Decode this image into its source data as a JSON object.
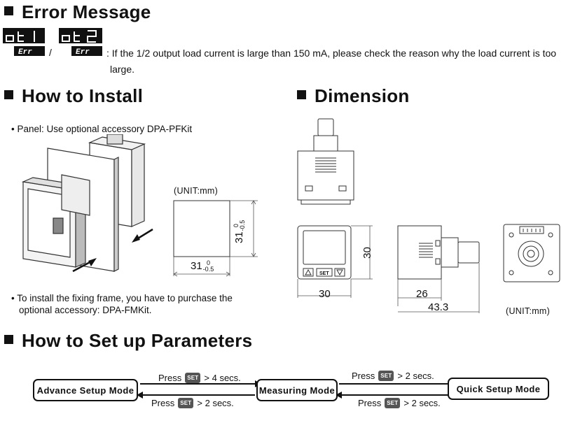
{
  "error_section": {
    "heading": "Error Message",
    "display1_top": "ot1",
    "display2_top": "ot2",
    "display_bottom": "Err",
    "separator": "/",
    "message_line1": ": If the 1/2 output load current is large than 150 mA, please check the reason why the load current is too",
    "message_line2": "large."
  },
  "install_section": {
    "heading": "How to Install",
    "panel_note": "Panel: Use optional accessory DPA-PFKit",
    "unit_label": "(UNIT:mm)",
    "cutout_width": "31",
    "cutout_height": "31",
    "tol_upper": "0",
    "tol_lower": "-0.5",
    "fixing_note_line1": "To install the fixing frame, you have to purchase the",
    "fixing_note_line2": "optional accessory: DPA-FMKit."
  },
  "dimension_section": {
    "heading": "Dimension",
    "front_width": "30",
    "front_height": "30",
    "side_depth": "26",
    "total_depth": "43.3",
    "unit_label": "(UNIT:mm)",
    "set_key": "SET"
  },
  "setup_section": {
    "heading": "How to Set up Parameters",
    "mode_advance": "Advance Setup Mode",
    "mode_measuring": "Measuring Mode",
    "mode_quick": "Quick Setup Mode",
    "set_badge": "SET",
    "press_word": "Press",
    "left_top_time": "> 4 secs.",
    "left_bottom_time": "> 2 secs.",
    "right_top_time": "> 2 secs.",
    "right_bottom_time": "> 2 secs."
  }
}
